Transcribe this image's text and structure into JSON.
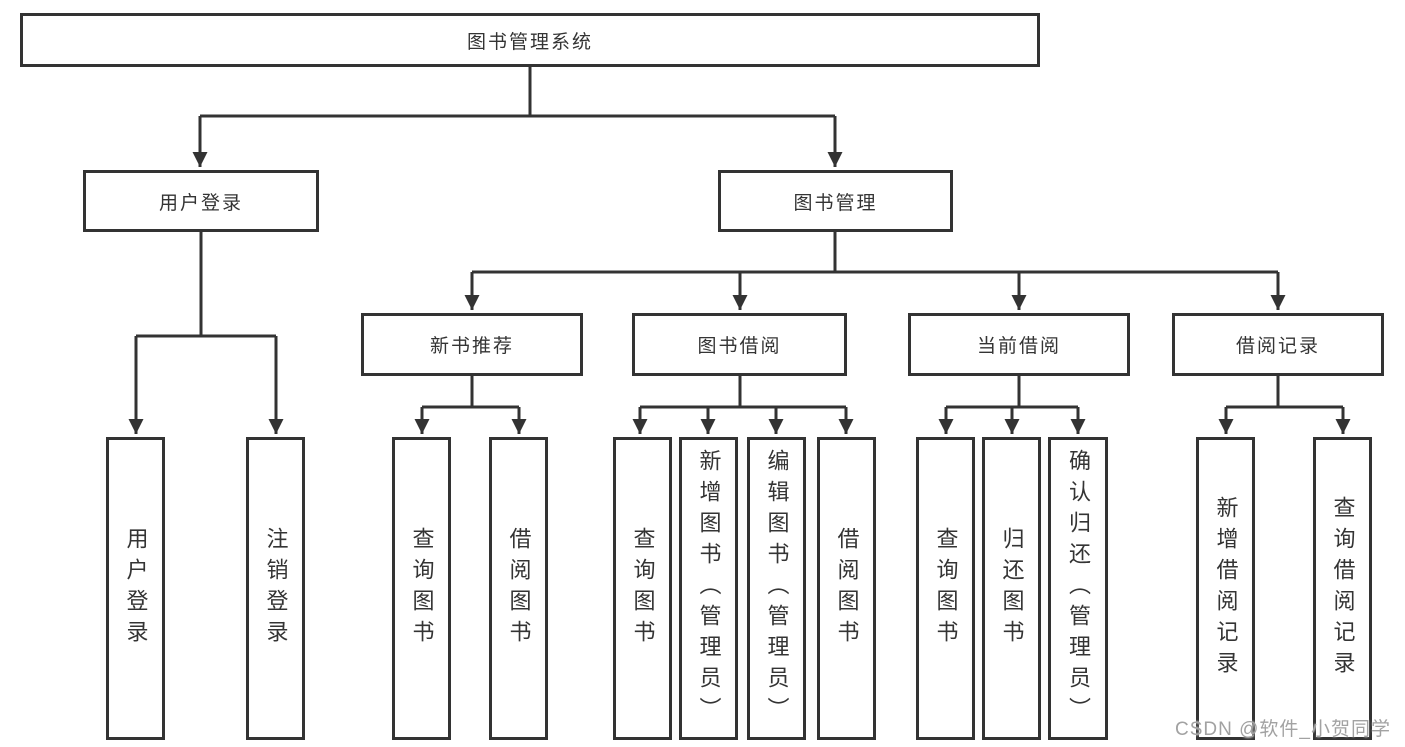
{
  "diagram": {
    "title_node": {
      "label": "图书管理系统"
    },
    "level2": [
      {
        "id": "user-login",
        "label": "用户登录"
      },
      {
        "id": "book-management",
        "label": "图书管理"
      }
    ],
    "level3": [
      {
        "id": "new-book-recommend",
        "label": "新书推荐",
        "parent": "图书管理"
      },
      {
        "id": "book-borrowing",
        "label": "图书借阅",
        "parent": "图书管理"
      },
      {
        "id": "current-borrowing",
        "label": "当前借阅",
        "parent": "图书管理"
      },
      {
        "id": "borrowing-records",
        "label": "借阅记录",
        "parent": "图书管理"
      }
    ],
    "leaves": [
      {
        "label": "用户登录",
        "parent": "用户登录"
      },
      {
        "label": "注销登录",
        "parent": "用户登录"
      },
      {
        "label": "查询图书",
        "parent": "新书推荐"
      },
      {
        "label": "借阅图书",
        "parent": "新书推荐"
      },
      {
        "label": "查询图书",
        "parent": "图书借阅"
      },
      {
        "label": "新增图书（管理员）",
        "parent": "图书借阅"
      },
      {
        "label": "编辑图书（管理员）",
        "parent": "图书借阅"
      },
      {
        "label": "借阅图书",
        "parent": "图书借阅"
      },
      {
        "label": "查询图书",
        "parent": "当前借阅"
      },
      {
        "label": "归还图书",
        "parent": "当前借阅"
      },
      {
        "label": "确认归还（管理员）",
        "parent": "当前借阅"
      },
      {
        "label": "新增借阅记录",
        "parent": "借阅记录"
      },
      {
        "label": "查询借阅记录",
        "parent": "借阅记录"
      }
    ]
  },
  "watermark": {
    "text": "CSDN @软件_小贺同学"
  },
  "colors": {
    "line": "#333333",
    "box_border": "#333333",
    "text": "#343434",
    "background": "#ffffff",
    "watermark": "#a2a2a2"
  }
}
